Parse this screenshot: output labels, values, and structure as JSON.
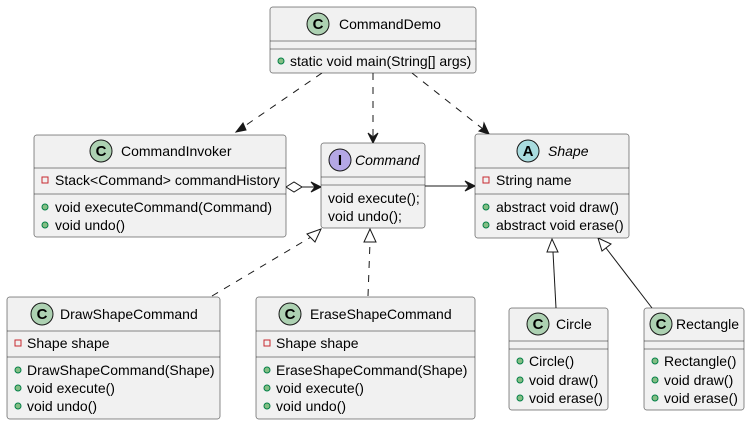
{
  "classes": {
    "demo": {
      "name": "CommandDemo",
      "kind": "C",
      "members": [
        {
          "vis": "public",
          "text": "static void main(String[] args)"
        }
      ]
    },
    "invoker": {
      "name": "CommandInvoker",
      "kind": "C",
      "fields": [
        {
          "vis": "private",
          "text": "Stack<Command> commandHistory"
        }
      ],
      "methods": [
        {
          "vis": "public",
          "text": "void executeCommand(Command)"
        },
        {
          "vis": "public",
          "text": "void undo()"
        }
      ]
    },
    "command": {
      "name": "Command",
      "kind": "I",
      "methods": [
        "void execute();",
        "void undo();"
      ]
    },
    "shape": {
      "name": "Shape",
      "kind": "A",
      "fields": [
        {
          "vis": "private",
          "text": "String name"
        }
      ],
      "methods": [
        {
          "vis": "public",
          "text": "abstract void draw()"
        },
        {
          "vis": "public",
          "text": "abstract void erase()"
        }
      ]
    },
    "draw": {
      "name": "DrawShapeCommand",
      "kind": "C",
      "fields": [
        {
          "vis": "private",
          "text": "Shape shape"
        }
      ],
      "methods": [
        {
          "vis": "public",
          "text": "DrawShapeCommand(Shape)"
        },
        {
          "vis": "public",
          "text": "void execute()"
        },
        {
          "vis": "public",
          "text": "void undo()"
        }
      ]
    },
    "erase": {
      "name": "EraseShapeCommand",
      "kind": "C",
      "fields": [
        {
          "vis": "private",
          "text": "Shape shape"
        }
      ],
      "methods": [
        {
          "vis": "public",
          "text": "EraseShapeCommand(Shape)"
        },
        {
          "vis": "public",
          "text": "void execute()"
        },
        {
          "vis": "public",
          "text": "void undo()"
        }
      ]
    },
    "circle": {
      "name": "Circle",
      "kind": "C",
      "methods": [
        {
          "vis": "public",
          "text": "Circle()"
        },
        {
          "vis": "public",
          "text": "void draw()"
        },
        {
          "vis": "public",
          "text": "void erase()"
        }
      ]
    },
    "rectangle": {
      "name": "Rectangle",
      "kind": "C",
      "methods": [
        {
          "vis": "public",
          "text": "Rectangle()"
        },
        {
          "vis": "public",
          "text": "void draw()"
        },
        {
          "vis": "public",
          "text": "void erase()"
        }
      ]
    }
  },
  "colors": {
    "class_badge": "#ADD1B2",
    "interface_badge": "#B4A7E5",
    "abstract_badge": "#A9DCDF",
    "box_fill": "#F1F1F1",
    "public_dot": "#84BE84",
    "private_square": "#C82930"
  }
}
